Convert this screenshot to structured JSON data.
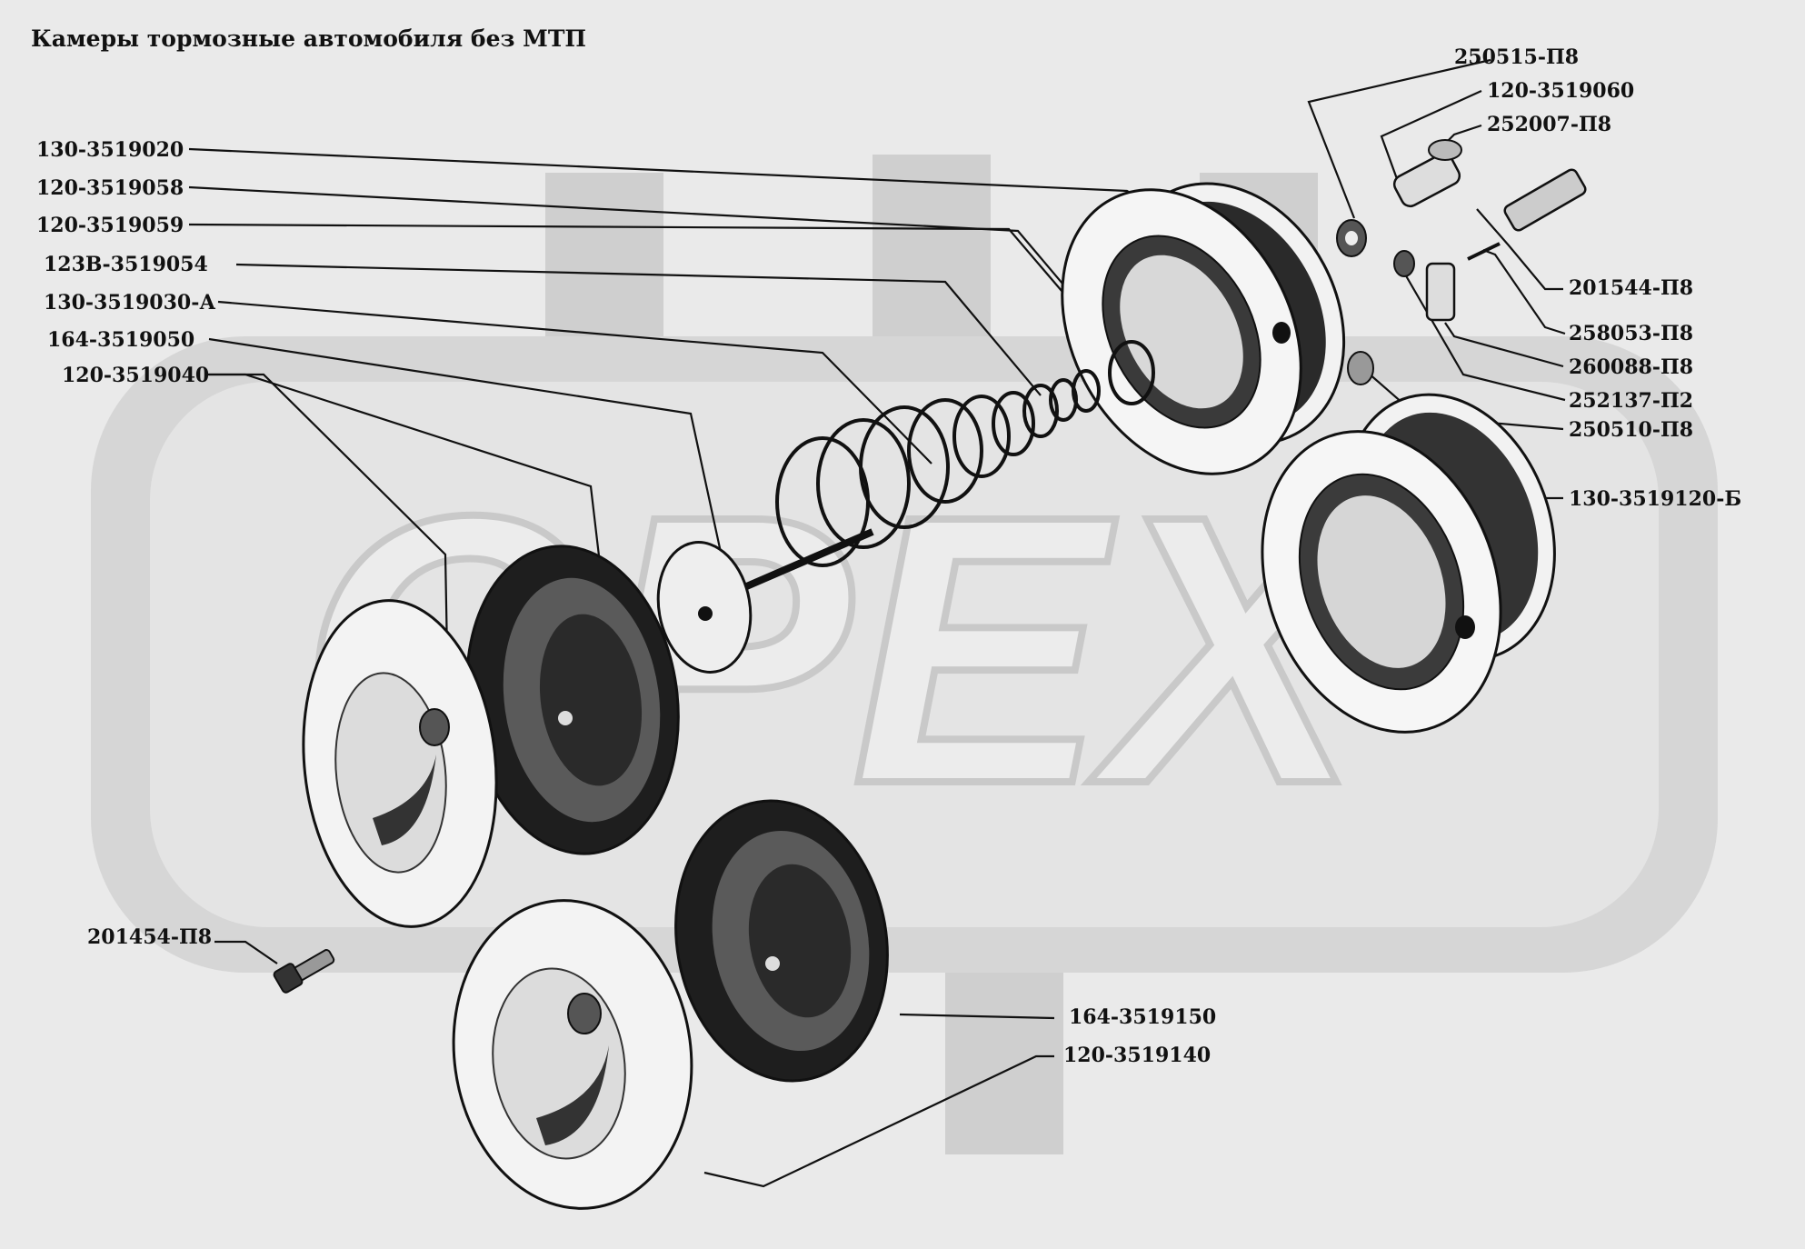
{
  "title": "Камеры тормозные автомобиля без МТП",
  "watermark": {
    "text": "OPEX",
    "color": "#d2d2d2"
  },
  "colors": {
    "ink": "#111111",
    "paper": "#eaeaea"
  },
  "labels": {
    "p1": "250515-П8",
    "p2": "120-3519060",
    "p3": "252007-П8",
    "p4": "130-3519020",
    "p5": "120-3519058",
    "p6": "120-3519059",
    "p7": "123В-3519054",
    "p8": "130-3519030-А",
    "p9": "164-3519050",
    "p10": "120-3519040",
    "p11": "201544-П8",
    "p12": "258053-П8",
    "p13": "260088-П8",
    "p14": "252137-П2",
    "p15": "250510-П8",
    "p16": "130-3519120-Б",
    "p17": "201454-П8",
    "p18": "164-3519150",
    "p19": "120-3519140"
  }
}
